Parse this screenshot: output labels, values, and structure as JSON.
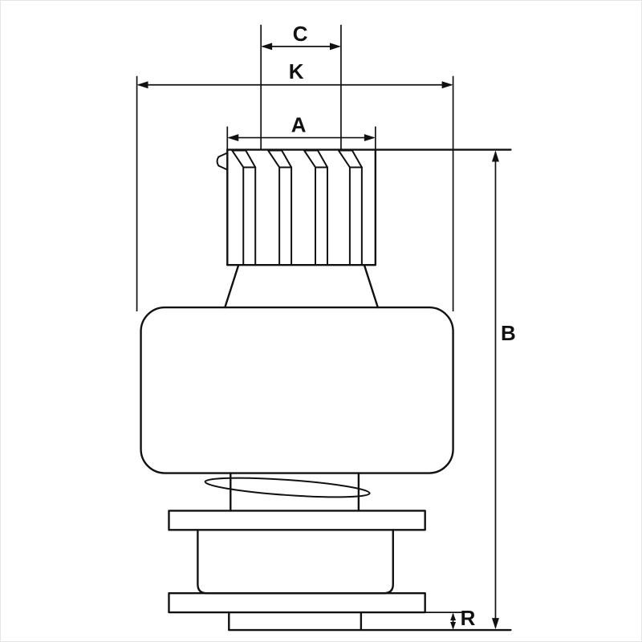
{
  "drawing": {
    "background_color": "#ffffff",
    "line_color": "#111111",
    "dimension_labels": {
      "c": "C",
      "k": "K",
      "a": "A",
      "b": "B",
      "r": "R"
    }
  }
}
